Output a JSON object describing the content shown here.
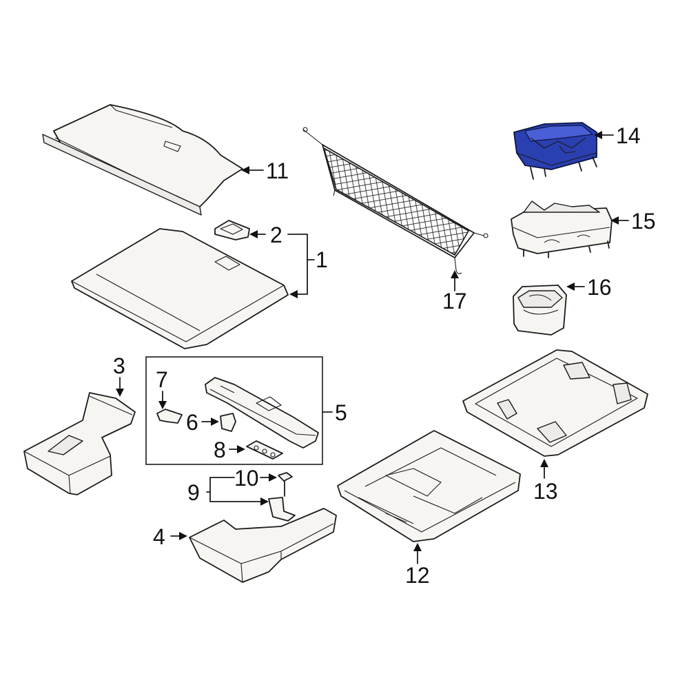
{
  "diagram": {
    "callouts": {
      "c1": "1",
      "c2": "2",
      "c3": "3",
      "c4": "4",
      "c5": "5",
      "c6": "6",
      "c7": "7",
      "c8": "8",
      "c9": "9",
      "c10": "10",
      "c11": "11",
      "c12": "12",
      "c13": "13",
      "c14": "14",
      "c15": "15",
      "c16": "16",
      "c17": "17"
    },
    "highlighted_part": "14",
    "colors": {
      "highlight": "#2a3fb0",
      "line": "#1a1a1a",
      "background": "#ffffff"
    }
  }
}
